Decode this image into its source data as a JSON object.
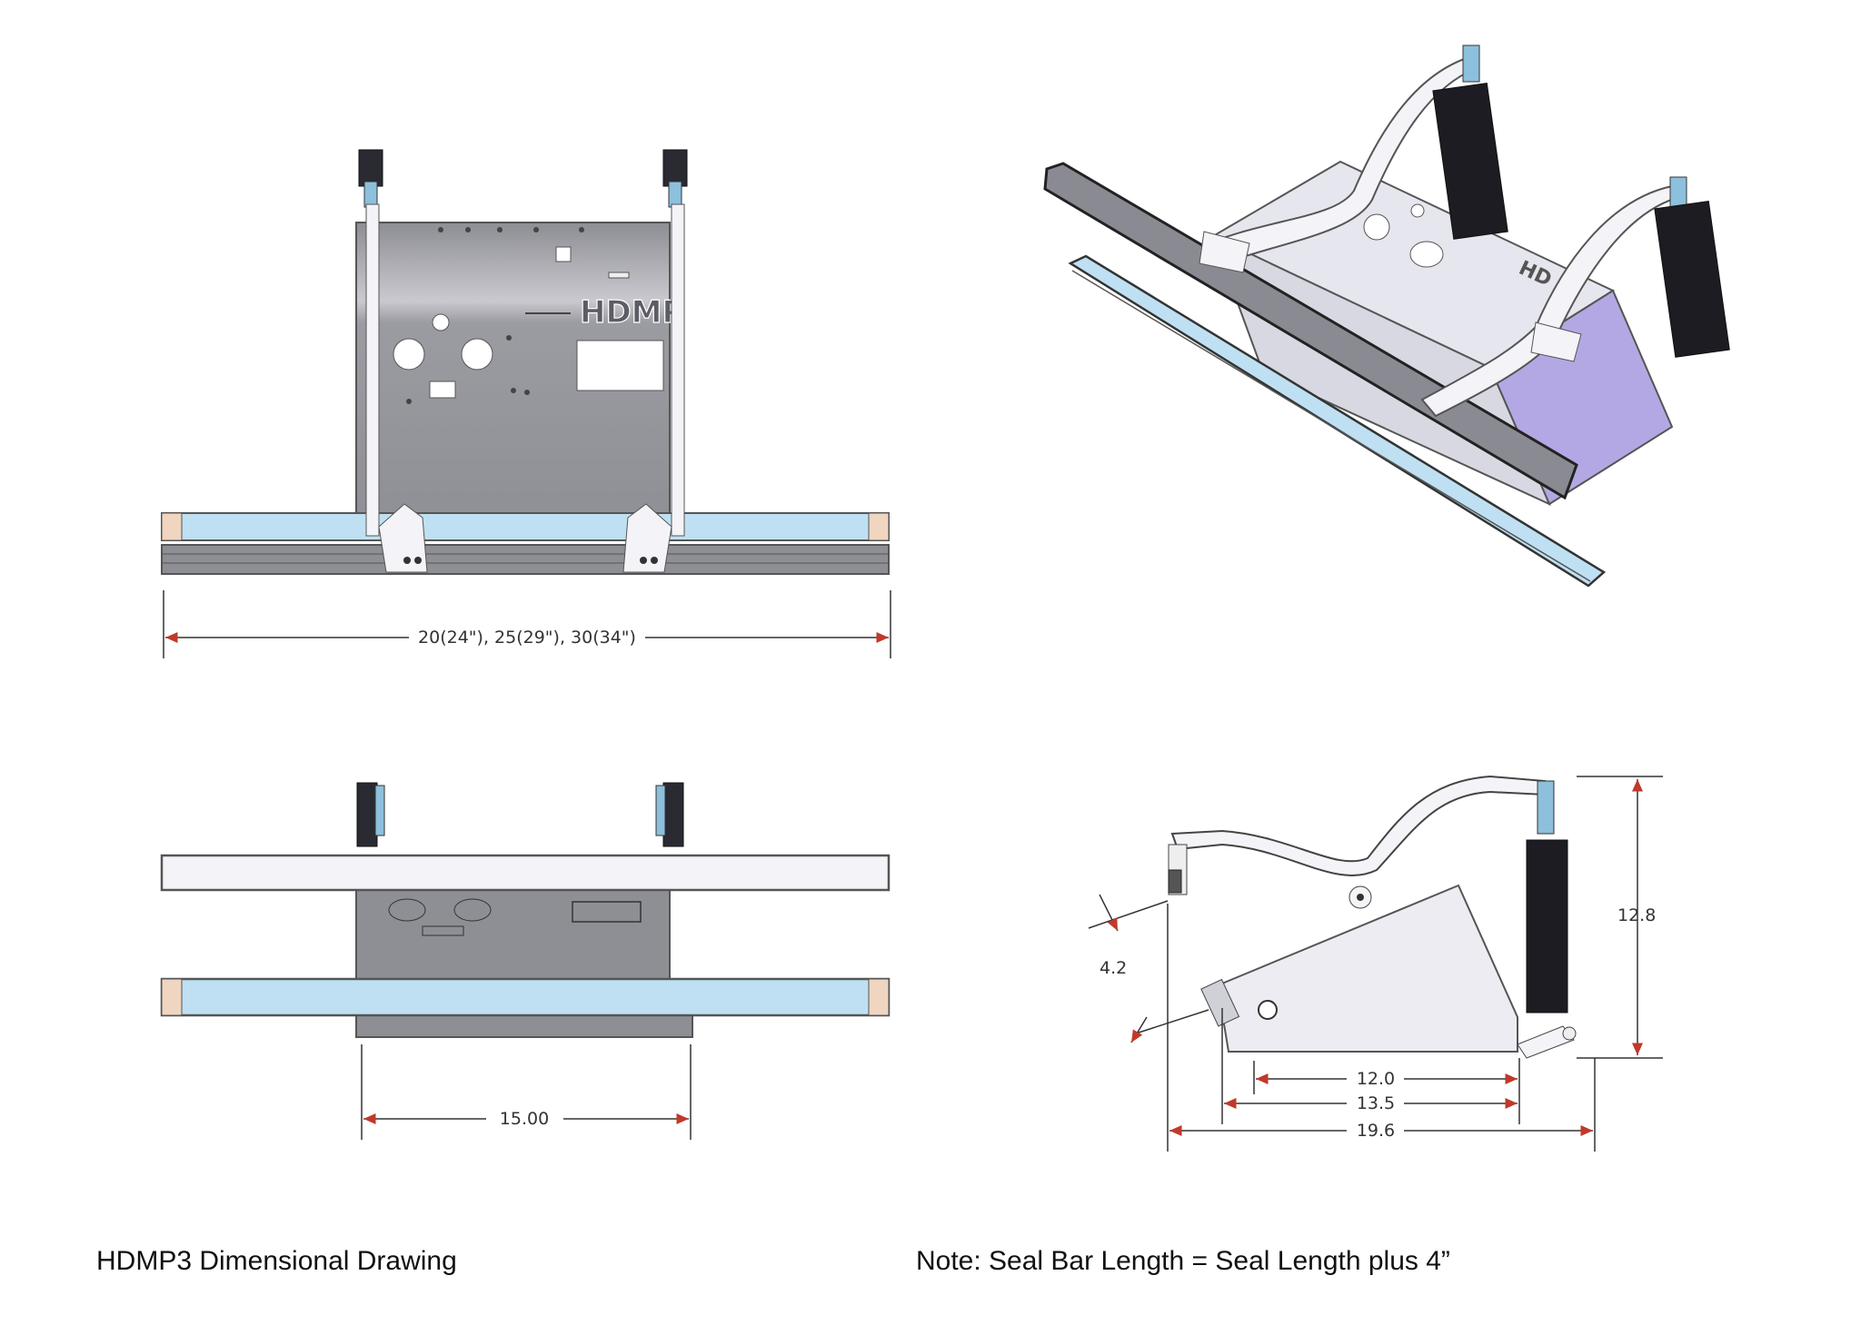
{
  "front_view": {
    "brand_text": "HDMP",
    "width_dimension": "20(24\"), 25(29\"), 30(34\")"
  },
  "top_view": {
    "depth_dimension": "15.00"
  },
  "side_view": {
    "height_dimension": "12.8",
    "jaw_dimension": "4.2",
    "base_dim_1": "12.0",
    "base_dim_2": "13.5",
    "base_dim_3": "19.6"
  },
  "captions": {
    "title": "HDMP3 Dimensional Drawing",
    "note": "Note: Seal Bar Length = Seal Length plus 4”"
  },
  "colors": {
    "housing": "#9a9aa0",
    "seal_bar_blue": "#bfe0f2",
    "arm_white": "#f4f4f8",
    "cylinder_black": "#1c1c22",
    "purple_panel": "#b4a8e4",
    "dim_red": "#c0392b"
  }
}
